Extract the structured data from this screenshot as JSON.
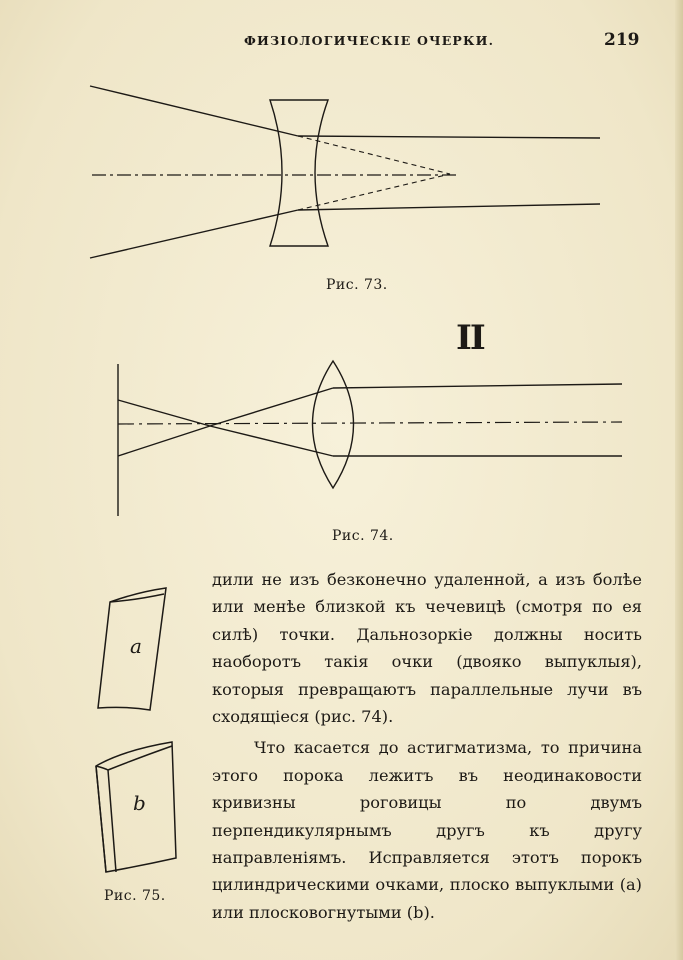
{
  "header": {
    "title": "ФИЗІОЛОГИЧЕСКІЕ ОЧЕРКИ.",
    "page_number": "219"
  },
  "figures": {
    "fig73_caption": "Рис. 73.",
    "fig74_caption": "Рис. 74.",
    "fig74_mark": "II",
    "fig75_caption": "Рис. 75.",
    "fig75_label_a": "a",
    "fig75_label_b": "b"
  },
  "body": {
    "paragraph1": "дили не изъ безконечно удаленной, а изъ болѣе или менѣе близкой къ чечевицѣ (смотря по ея силѣ) точки. Дальнозоркіе должны носить наоборотъ такія очки (двояко выпуклыя), которыя превращаютъ параллельные лучи въ сходящіеся (рис. 74).",
    "paragraph2": "Что касается до астигматизма, то причина этого порока лежитъ въ неодинаковости кривизны роговицы по двумъ перпендикулярнымъ другъ къ другу направленіямъ. Исправляется этотъ порокъ цилиндрическими очками, плоско выпуклыми (a) или плосковогнутыми (b)."
  }
}
